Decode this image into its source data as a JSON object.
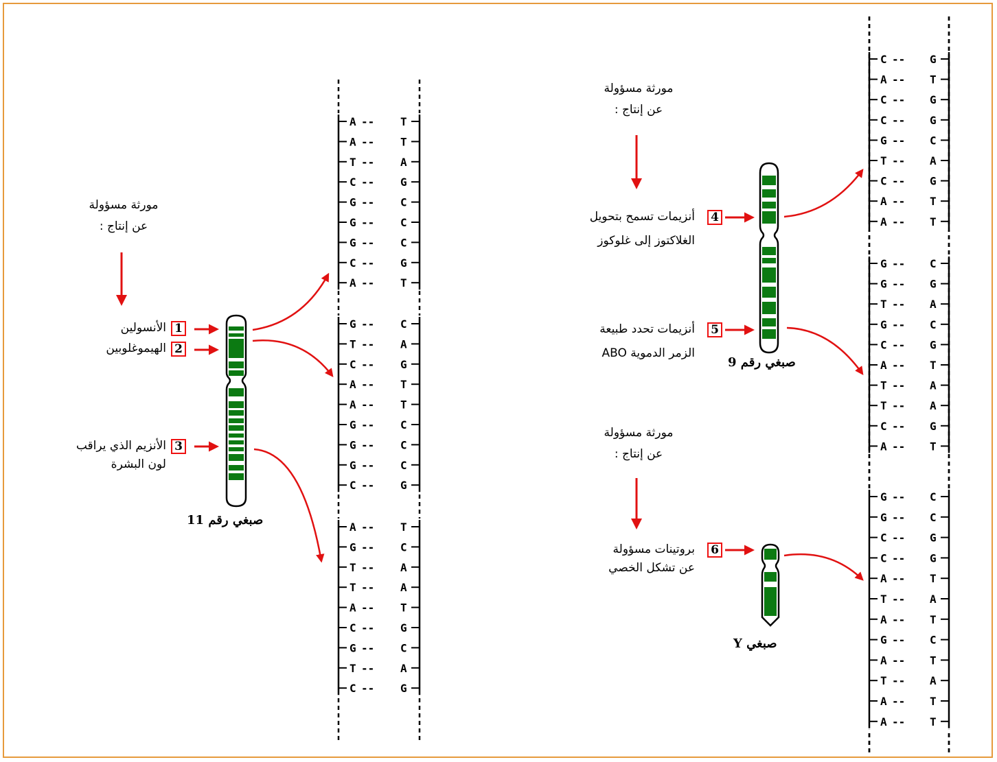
{
  "colors": {
    "frame": "#e69a3c",
    "arrow": "#e11111",
    "chromosome_green": "#0c7a12",
    "chromosome_outline": "#000000"
  },
  "header_text": {
    "line1": "مورثة مسؤولة",
    "line2": "عن إنتاج :"
  },
  "chromosome_11": {
    "label": "صبغي رقم 11",
    "genes": [
      {
        "num": "1",
        "text": "الأنسولين"
      },
      {
        "num": "2",
        "text": "الهيموغلوبين"
      },
      {
        "num": "3",
        "text": "الأنزيم الذي يراقب",
        "text2": "لون البشرة"
      }
    ],
    "dna_segments": [
      [
        "A--T",
        "A--T",
        "T--A",
        "C--G",
        "G--C",
        "G--C",
        "G--C",
        "C--G",
        "A--T"
      ],
      [
        "G--C",
        "T--A",
        "C--G",
        "A--T",
        "A--T",
        "G--C",
        "G--C",
        "G--C",
        "C--G"
      ],
      [
        "A--T",
        "G--C",
        "T--A",
        "T--A",
        "A--T",
        "C--G",
        "G--C",
        "T--A",
        "C--G"
      ]
    ]
  },
  "chromosome_9": {
    "label": "صبغي رقم 9",
    "genes": [
      {
        "num": "4",
        "text": "أنزيمات تسمح بتحويل",
        "text2": "الغلاكتوز إلى غلوكوز"
      },
      {
        "num": "5",
        "text": "أنزيمات تحدد طبيعة",
        "text2": "الزمر الدموية ABO"
      }
    ],
    "dna_segments": [
      [
        "C--G",
        "A--T",
        "C--G",
        "C--G",
        "G--C",
        "T--A",
        "C--G",
        "A--T",
        "A--T"
      ],
      [
        "G--C",
        "G--G",
        "T--A",
        "G--C",
        "C--G",
        "A--T",
        "T--A",
        "T--A",
        "C--G",
        "A--T"
      ]
    ]
  },
  "chromosome_y": {
    "label": "صبغي Y",
    "genes": [
      {
        "num": "6",
        "text": "بروتينات مسؤولة",
        "text2": "عن تشكل الخصي"
      }
    ],
    "dna_segments": [
      [
        "G--C",
        "G--C",
        "C--G",
        "C--G",
        "A--T",
        "T--A",
        "A--T",
        "G--C",
        "A--T",
        "T--A",
        "A--T",
        "A--T"
      ]
    ]
  }
}
